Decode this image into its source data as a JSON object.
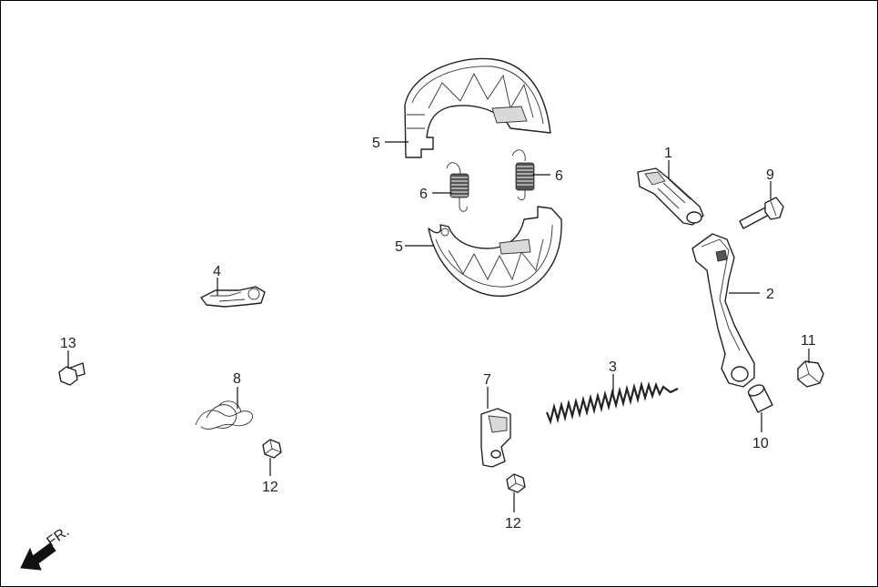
{
  "diagram": {
    "direction_label": "FR.",
    "callouts": [
      {
        "id": "c1",
        "label": "1"
      },
      {
        "id": "c2",
        "label": "2"
      },
      {
        "id": "c3",
        "label": "3"
      },
      {
        "id": "c4",
        "label": "4"
      },
      {
        "id": "c5a",
        "label": "5"
      },
      {
        "id": "c5b",
        "label": "5"
      },
      {
        "id": "c6a",
        "label": "6"
      },
      {
        "id": "c6b",
        "label": "6"
      },
      {
        "id": "c7",
        "label": "7"
      },
      {
        "id": "c8",
        "label": "8"
      },
      {
        "id": "c9",
        "label": "9"
      },
      {
        "id": "c10",
        "label": "10"
      },
      {
        "id": "c11",
        "label": "11"
      },
      {
        "id": "c12a",
        "label": "12"
      },
      {
        "id": "c12b",
        "label": "12"
      },
      {
        "id": "c13",
        "label": "13"
      }
    ]
  }
}
